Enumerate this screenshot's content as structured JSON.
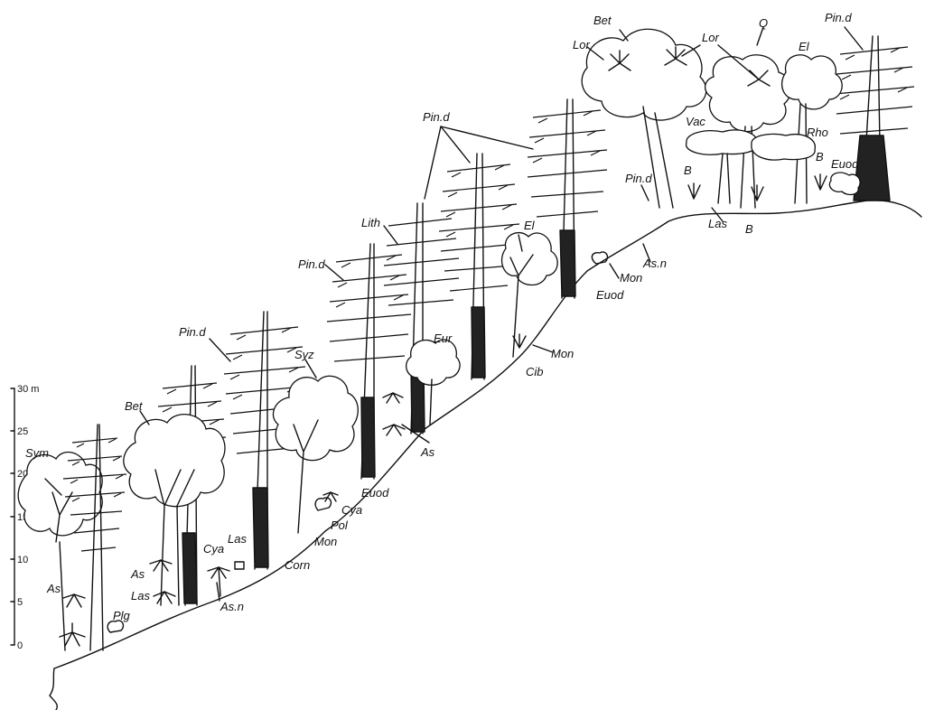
{
  "scale": {
    "unit_label": "30 m",
    "ticks": [
      "25",
      "20",
      "15",
      "10",
      "5",
      "0"
    ]
  },
  "labels": {
    "sym": "Sym",
    "as_1": "As",
    "bet_1": "Bet",
    "pind_1": "Pin.d",
    "as_2": "As",
    "las_1": "Las",
    "plg": "Plg",
    "cya_1": "Cya",
    "las_2": "Las",
    "asn_1": "As.n",
    "syz": "Syz",
    "corn": "Corn",
    "pind_2": "Pin.d",
    "lith": "Lith",
    "eur": "Eur",
    "as_3": "As",
    "euod_1": "Euod",
    "cya_2": "Cya",
    "pol": "Pol",
    "mon_1": "Mon",
    "pind_3": "Pin.d",
    "el_1": "El",
    "mon_2": "Mon",
    "cib": "Cib",
    "pind_4": "Pin.d",
    "mon_3": "Mon",
    "asn_2": "As.n",
    "euod_2": "Euod",
    "bet_2": "Bet",
    "lor_1": "Lor",
    "lor_2": "Lor",
    "q": "Q",
    "el_2": "El",
    "pind_5": "Pin.d",
    "vac": "Vac",
    "rho": "Rho",
    "b_1": "B",
    "b_2": "B",
    "b_3": "B",
    "las_3": "Las",
    "euod_3": "Euod"
  }
}
